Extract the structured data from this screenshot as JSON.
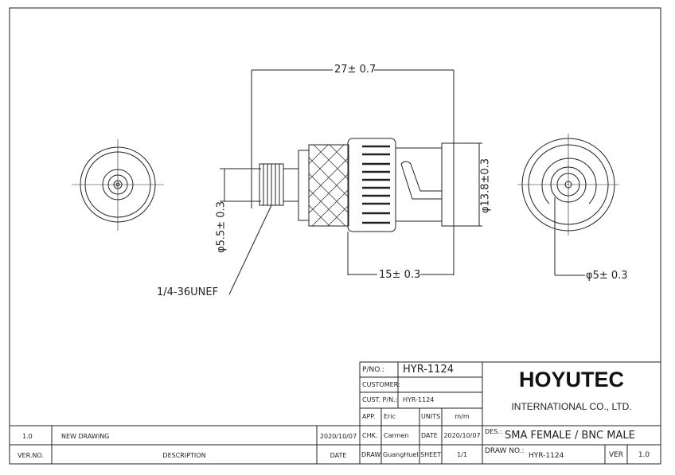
{
  "dimensions": {
    "overall_length": "27± 0.7",
    "body_length": "15± 0.3",
    "bnc_diameter": "φ13.8±0.3",
    "sma_diameter": "φ5.5± 0.3",
    "pin_diameter": "φ5± 0.3",
    "thread": "1/4-36UNEF"
  },
  "title_block": {
    "pno_label": "P/NO.:",
    "pno": "HYR-1124",
    "customer_label": "CUSTOMER:",
    "customer": "",
    "cust_pn_label": "CUST. P/N.:",
    "cust_pn": "HYR-1124",
    "app_label": "APP.",
    "app": "Eric",
    "units_label": "UNITS",
    "units": "m/m",
    "chk_label": "CHK.",
    "chk": "Carmen",
    "date_label": "DATE",
    "date": "2020/10/07",
    "draw_label": "DRAW.",
    "draw": "GuangHuel",
    "sheet_label": "SHEET",
    "sheet": "1/1",
    "company": "HOYUTEC",
    "company_sub": "INTERNATIONAL CO., LTD.",
    "des_label": "DES.:",
    "des": "SMA FEMALE / BNC MALE",
    "drawno_label": "DRAW NO.:",
    "drawno": "HYR-1124",
    "ver_label": "VER",
    "ver": "1.0"
  },
  "revisions": {
    "rows": [
      {
        "ver": "1.0",
        "description": "NEW DRAWING",
        "date": "2020/10/07"
      }
    ],
    "headers": {
      "ver": "VER.NO.",
      "description": "DESCRIPTION",
      "date": "DATE"
    }
  }
}
